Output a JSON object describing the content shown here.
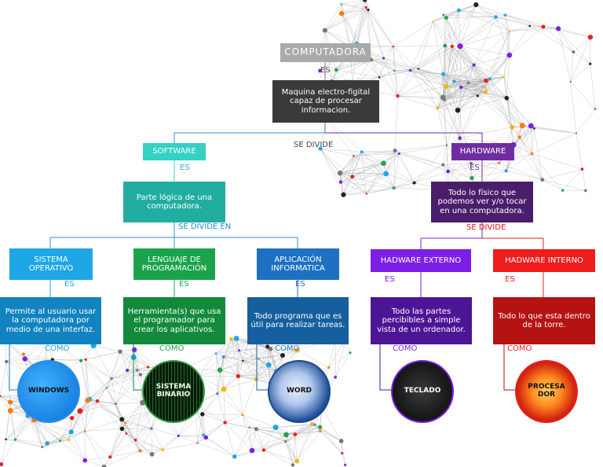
{
  "root": {
    "title": "COMPUTADORA",
    "link": "ES",
    "definition": "Maquina electro-figital capaz de procesar informacion.",
    "split_label": "SE DIVIDE"
  },
  "software": {
    "title": "SOFTWARE",
    "link": "ES",
    "definition": "Parte lógica de una computadora.",
    "split_label": "SE DIVIDE EN",
    "children": [
      {
        "title": "SISTEMA OPERATIVO",
        "link": "ES",
        "definition": "Permite al usuario usar la computadora por medio de una interfaz.",
        "example_link": "COMO",
        "example": "WINDOWS"
      },
      {
        "title": "LENGUAJE DE PROGRAMACIÓN",
        "link": "ES",
        "definition": "Herramienta(s) que usa el programador para crear los aplicativos.",
        "example_link": "COMO",
        "example": "SISTEMA BINARIO"
      },
      {
        "title": "APLICACIÓN INFORMATICA",
        "link": "ES",
        "definition": "Todo programa que es útil para realizar tareas.",
        "example_link": "COMO",
        "example": "WORD"
      }
    ]
  },
  "hardware": {
    "title": "HARDWARE",
    "link": "ES",
    "definition": "Todo lo físico que podemos ver y/o tocar en una computadora.",
    "split_label": "SE DIVIDE",
    "children": [
      {
        "title": "HADWARE EXTERNO",
        "link": "ES",
        "definition": "Todo las partes percibibles a simple vista de un ordenador.",
        "example_link": "COMO",
        "example": "TECLADO"
      },
      {
        "title": "HADWARE INTERNO",
        "link": "ES",
        "definition": "Todo lo que esta dentro de la torre.",
        "example_link": "COMO",
        "example": "PROCESA DOR"
      }
    ]
  },
  "colors": {
    "root_title": "#a9a9a9",
    "root_def": "#3a3a3a",
    "software_title": "#34d1c4",
    "software_def": "#22ada1",
    "so": "#1ea6e6",
    "so_def": "#1183c0",
    "lenguaje": "#1ba34c",
    "lenguaje_def": "#138a3b",
    "aplicacion": "#1e71c2",
    "aplicacion_def": "#165f9e",
    "hardware_title": "#6f2da1",
    "hardware_def": "#4a1e6b",
    "externo": "#7b1fe6",
    "externo_def": "#4c1596",
    "interno": "#ef1c1c",
    "interno_def": "#b51212"
  }
}
